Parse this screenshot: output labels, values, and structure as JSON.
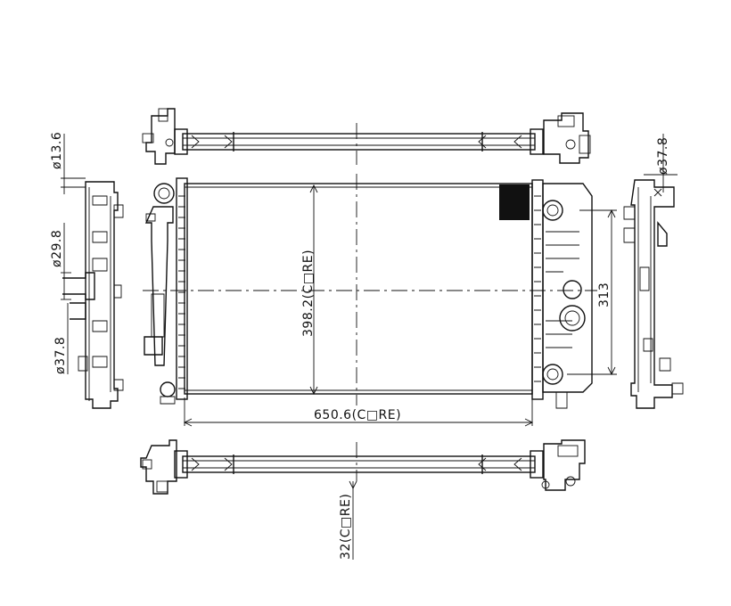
{
  "dimensions": {
    "height_core": "398.2(C□RE)",
    "width_core": "650.6(C□RE)",
    "depth_core": "32(C□RE)",
    "inlet_height": "313",
    "pipe_top_left": "ø13.6",
    "pipe_mid_left": "ø29.8",
    "pipe_low_left": "ø37.8",
    "pipe_top_right": "ø37.8"
  }
}
